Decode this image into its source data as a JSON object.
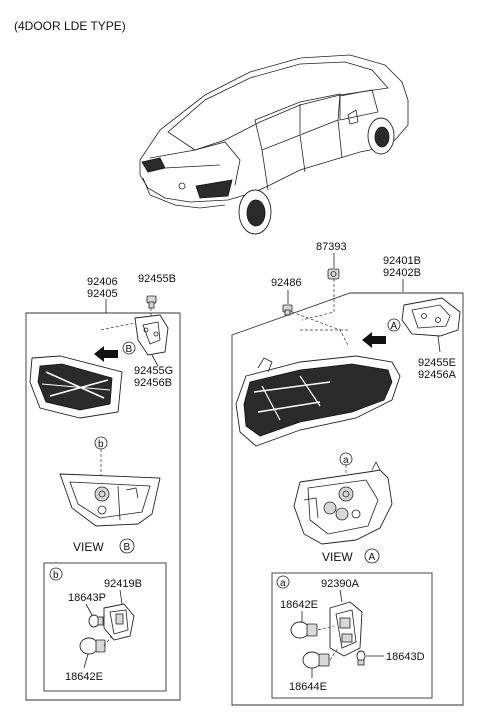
{
  "header": {
    "title": "(4DOOR LDE TYPE)"
  },
  "left_group": {
    "part_no_top": "92406",
    "part_no_bottom": "92405",
    "screw_label": "92455B",
    "cover_label_1": "92455G",
    "cover_label_2": "92456B",
    "ref_marker": "B",
    "detail_marker": "b",
    "view_label": "VIEW",
    "view_marker": "B",
    "inset": {
      "marker": "b",
      "socket_label": "92419B",
      "bulb_small_label": "18643P",
      "bulb_large_label": "18642E"
    }
  },
  "right_group": {
    "part_no_top": "92401B",
    "part_no_bottom": "92402B",
    "nut_label": "87393",
    "screw_label": "92486",
    "cover_label_1": "92455E",
    "cover_label_2": "92456A",
    "ref_marker": "A",
    "detail_marker": "a",
    "view_label": "VIEW",
    "view_marker": "A",
    "inset": {
      "marker": "a",
      "socket_label": "92390A",
      "bulb_left_label": "18642E",
      "bulb_small_label": "18643D",
      "bulb_bottom_label": "18644E"
    }
  }
}
